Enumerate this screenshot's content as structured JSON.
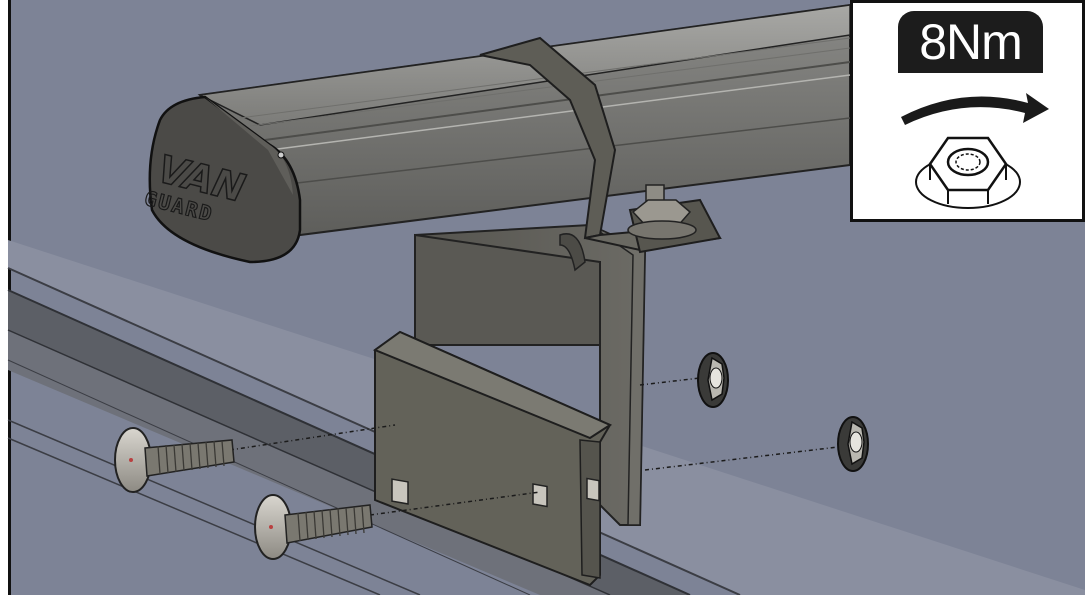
{
  "brand": {
    "logo_line1": "VAN",
    "logo_line2": "GUARD"
  },
  "torque_callout": {
    "value_label": "8Nm",
    "direction_icon": "clockwise-arrow-icon",
    "part_icon": "flange-nut-icon"
  },
  "colors": {
    "background_panel": "#7d8396",
    "roof_rail": "#6a6d73",
    "metal_bracket": "#5b5a55",
    "bar": "#8f8f8c",
    "end_cap": "#4a4a48",
    "callout_label_bg": "#1c1c1c"
  }
}
